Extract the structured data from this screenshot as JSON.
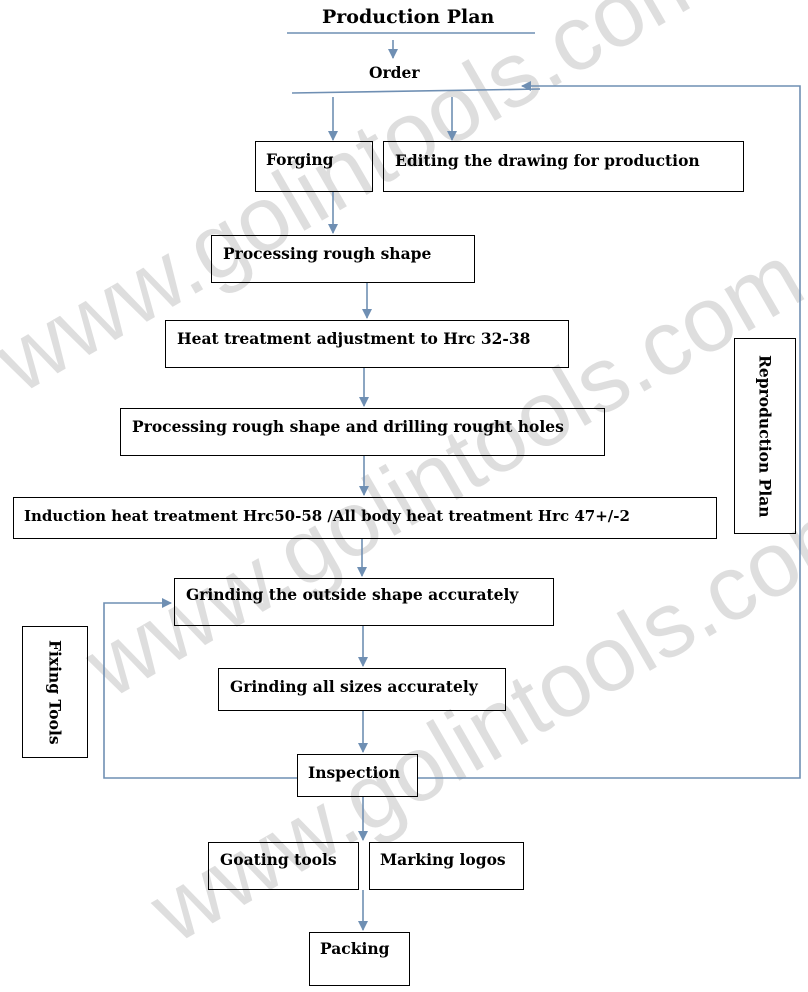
{
  "title": "Production Plan",
  "order": "Order",
  "steps": {
    "forging": "Forging",
    "editing": "Editing the drawing for production",
    "rough_shape": "Processing rough shape",
    "heat_adjust": "Heat treatment adjustment to Hrc 32-38",
    "drilling": "Processing rough shape and drilling rought holes",
    "induction": "Induction heat treatment Hrc50-58 /All body heat treatment Hrc 47+/-2",
    "grind_outside": "Grinding the outside shape accurately",
    "grind_sizes": "Grinding all sizes accurately",
    "inspection": "Inspection",
    "coating": "Goating tools",
    "marking": "Marking logos",
    "packing": "Packing"
  },
  "side": {
    "reproduction": "Reproduction Plan",
    "fixing": "Fixing Tools"
  },
  "watermark": "www.golintools.com",
  "colors": {
    "arrow": "#6f8fb3",
    "text": "#000000",
    "watermark": "#c8c8c8"
  }
}
